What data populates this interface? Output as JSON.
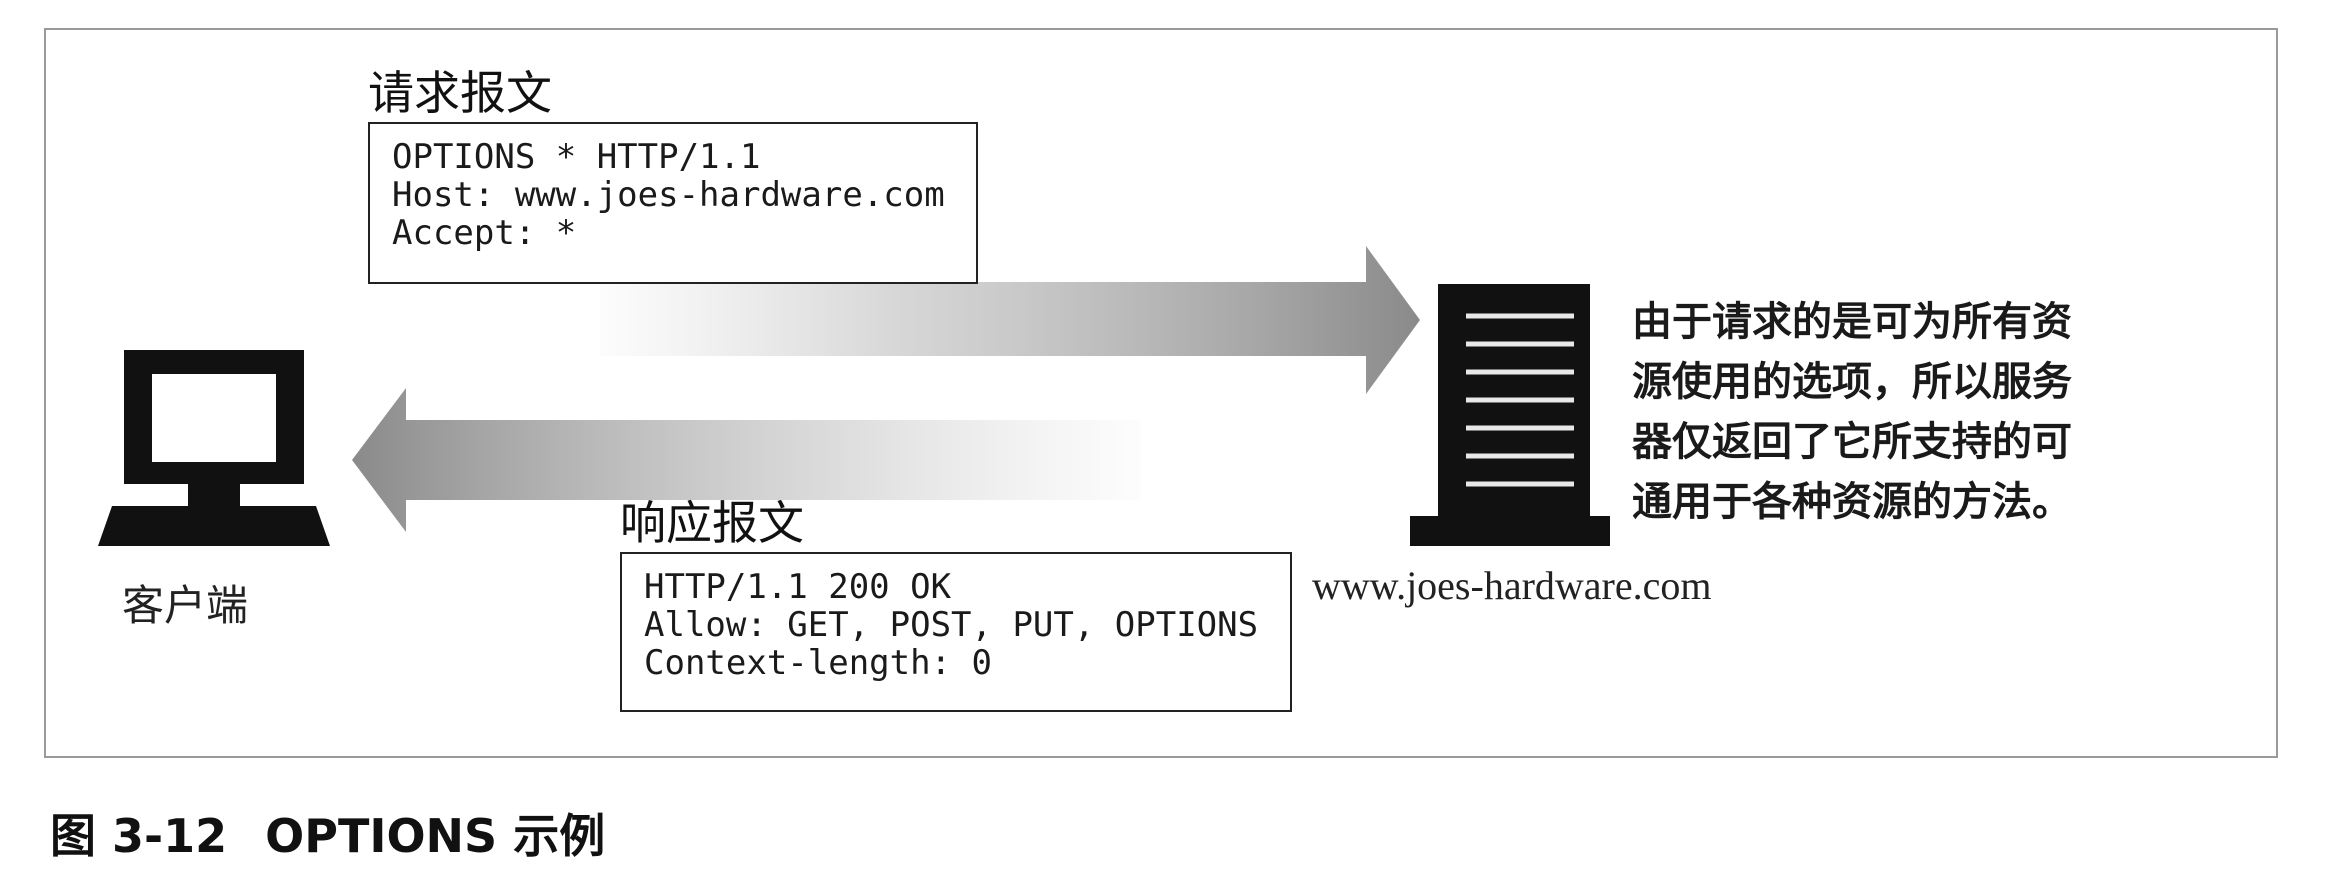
{
  "request": {
    "heading": "请求报文",
    "lines": [
      "OPTIONS * HTTP/1.1",
      "Host: www.joes-hardware.com",
      "Accept: *"
    ]
  },
  "response": {
    "heading": "响应报文",
    "lines": [
      "HTTP/1.1 200 OK",
      "Allow: GET, POST, PUT, OPTIONS",
      "Context-length: 0"
    ]
  },
  "client": {
    "label": "客户端",
    "icon": "computer-icon"
  },
  "server": {
    "label": "www.joes-hardware.com",
    "icon": "server-icon"
  },
  "note": {
    "lines": [
      "由于请求的是可为所有资",
      "源使用的选项，所以服务",
      "器仅返回了它所支持的可",
      "通用于各种资源的方法。"
    ]
  },
  "caption": {
    "number": "图 3-12",
    "title": "OPTIONS 示例"
  },
  "colors": {
    "arrow": "#8c8c8c",
    "frame": "#9a9a9a",
    "ink": "#1a1a1a"
  }
}
